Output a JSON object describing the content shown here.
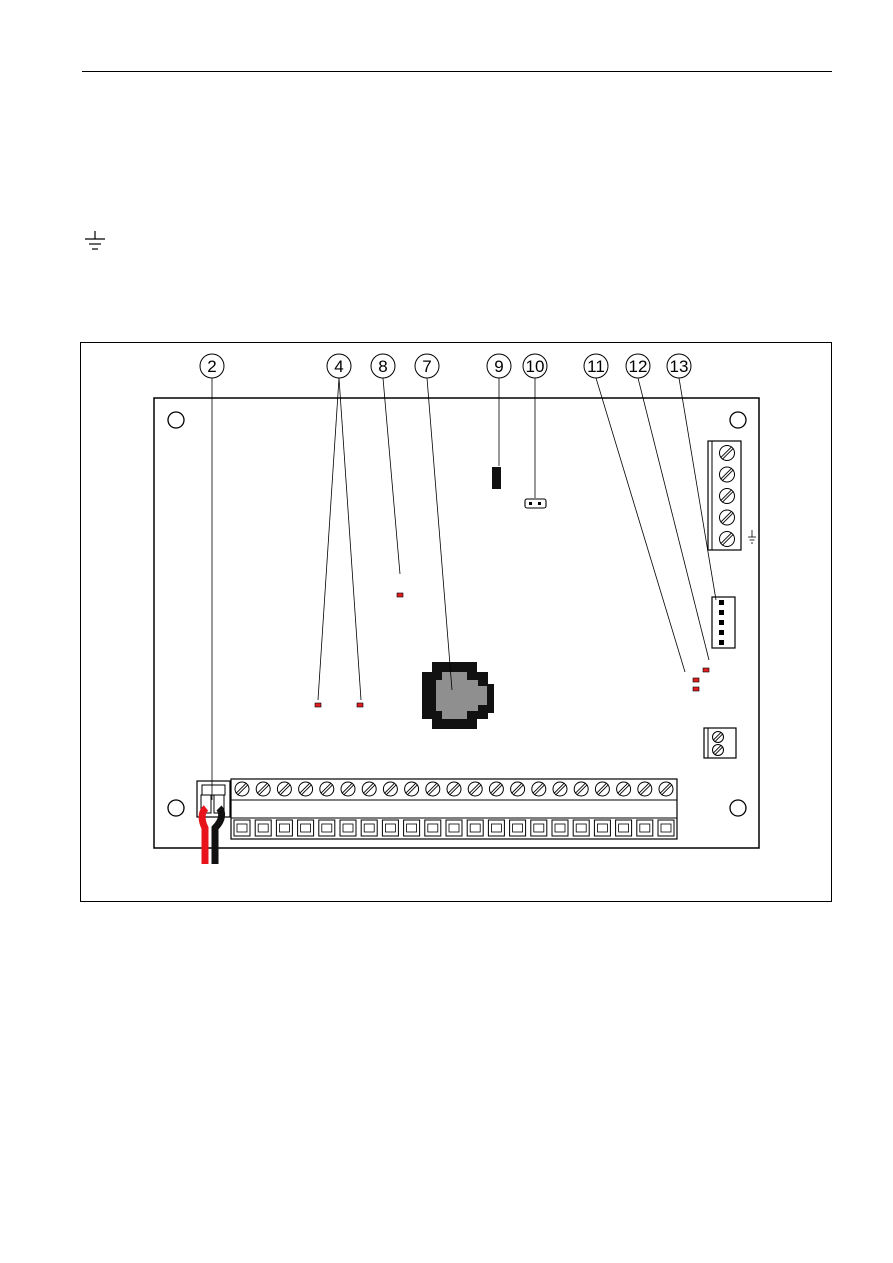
{
  "callouts": [
    {
      "id": "c2",
      "label": "2"
    },
    {
      "id": "c4",
      "label": "4"
    },
    {
      "id": "c8",
      "label": "8"
    },
    {
      "id": "c7",
      "label": "7"
    },
    {
      "id": "c9",
      "label": "9"
    },
    {
      "id": "c10",
      "label": "10"
    },
    {
      "id": "c11",
      "label": "11"
    },
    {
      "id": "c12",
      "label": "12"
    },
    {
      "id": "c13",
      "label": "13"
    }
  ],
  "colors": {
    "led": "#e02020",
    "wire_red": "#e8141c",
    "wire_black": "#111111",
    "socket_gray": "#8f8f8f",
    "outline": "#000000"
  },
  "icons": {
    "ground": "ground-icon",
    "screw": "screw-terminal-icon"
  },
  "terminal_block": {
    "screw_count": 21
  },
  "side_terminal_block": {
    "screw_count": 5
  },
  "small_terminal_block": {
    "screw_count": 2
  }
}
